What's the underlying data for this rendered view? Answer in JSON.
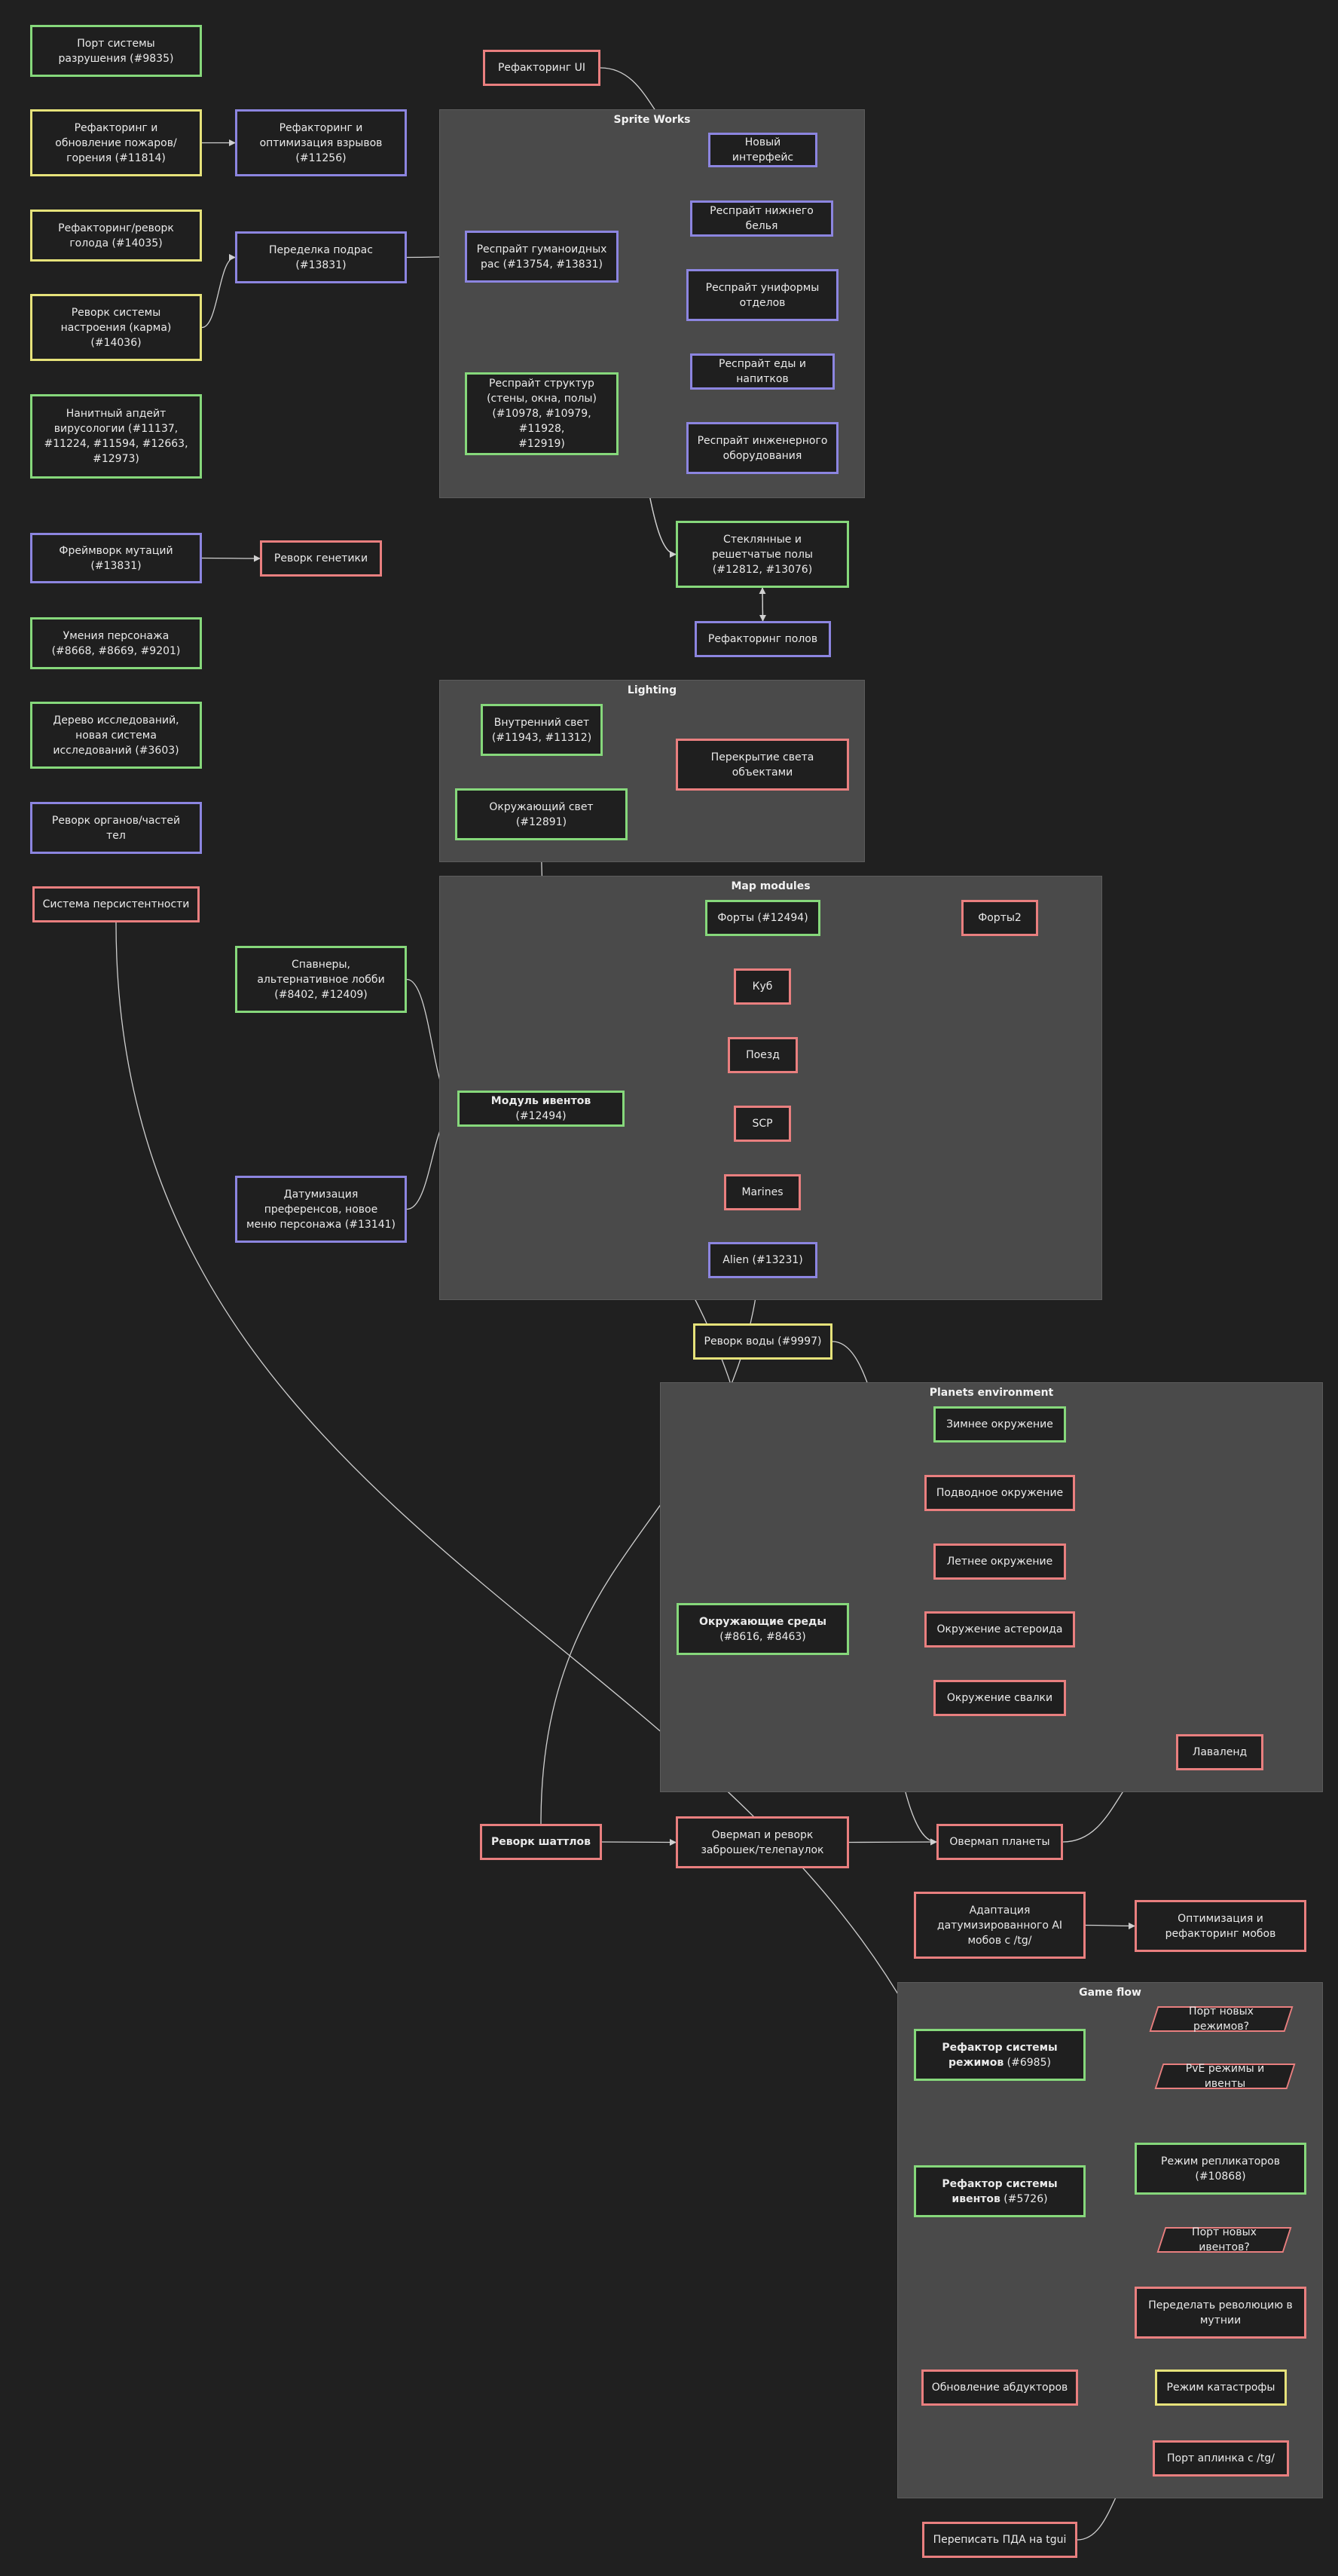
{
  "colors": {
    "background": "#202020",
    "group": "#4a4a4a",
    "green": "#86d87b",
    "yellow": "#e6e27a",
    "purple": "#8c85e0",
    "red": "#e97f7f",
    "edge": "#d0d0d0"
  },
  "groups": [
    {
      "id": "sprite",
      "title": "Sprite Works"
    },
    {
      "id": "lighting",
      "title": "Lighting"
    },
    {
      "id": "map",
      "title": "Map modules"
    },
    {
      "id": "planets",
      "title": "Planets environment"
    },
    {
      "id": "game",
      "title": "Game flow"
    }
  ],
  "nodes": {
    "n_destruction": {
      "bold": "",
      "text": "Порт системы\nразрушения (#9835)"
    },
    "n_fire": {
      "bold": "",
      "text": "Рефакторинг и\nобновление пожаров/\nгорения (#11814)"
    },
    "n_explosion": {
      "bold": "",
      "text": "Рефакторинг и\nоптимизация взрывов\n(#11256)"
    },
    "n_hunger": {
      "bold": "",
      "text": "Рефакторинг/реворк\nголода (#14035)"
    },
    "n_subrace": {
      "bold": "",
      "text": "Переделка подрас\n(#13831)"
    },
    "n_mood": {
      "bold": "",
      "text": "Реворк системы\nнастроения (карма)\n(#14036)"
    },
    "n_virology": {
      "bold": "",
      "text": "Нанитный апдейт\nвирусологии (#11137,\n#11224, #11594, #12663,\n#12973)"
    },
    "n_mutation": {
      "bold": "",
      "text": "Фреймворк мутаций\n(#13831)"
    },
    "n_genetics": {
      "bold": "",
      "text": "Реворк генетики"
    },
    "n_skills": {
      "bold": "",
      "text": "Умения персонажа\n(#8668, #8669, #9201)"
    },
    "n_research": {
      "bold": "",
      "text": "Дерево исследований,\nновая система\nисследований (#3603)"
    },
    "n_organs": {
      "bold": "",
      "text": "Реворк органов/частей\nтел"
    },
    "n_persist": {
      "bold": "",
      "text": "Система персистентности"
    },
    "n_refui": {
      "bold": "",
      "text": "Рефакторинг UI"
    },
    "n_newui": {
      "bold": "",
      "text": "Новый интерфейс"
    },
    "n_underwear": {
      "bold": "",
      "text": "Респрайт нижнего белья"
    },
    "n_humanoid": {
      "bold": "",
      "text": "Респрайт гуманоидных\nрас (#13754, #13831)"
    },
    "n_uniforms": {
      "bold": "",
      "text": "Респрайт униформы\nотделов"
    },
    "n_structures": {
      "bold": "",
      "text": "Респрайт структур\n(стены, окна, полы)\n(#10978, #10979, #11928,\n#12919)"
    },
    "n_food": {
      "bold": "",
      "text": "Респрайт еды и напитков"
    },
    "n_engineering": {
      "bold": "",
      "text": "Респрайт инженерного\nоборудования"
    },
    "n_glass": {
      "bold": "",
      "text": "Стеклянные и\nрешетчатые полы\n(#12812, #13076)"
    },
    "n_floors": {
      "bold": "",
      "text": "Рефакторинг полов"
    },
    "n_inner_light": {
      "bold": "",
      "text": "Внутренний свет\n(#11943, #11312)"
    },
    "n_obj_light": {
      "bold": "",
      "text": "Перекрытие света\nобъектами"
    },
    "n_ambient": {
      "bold": "",
      "text": "Окружающий свет\n(#12891)"
    },
    "n_spawners": {
      "bold": "",
      "text": "Спавнеры,\nальтернативное лобби\n(#8402, #12409)"
    },
    "n_datum_pref": {
      "bold": "",
      "text": "Датумизация\nпреференсов, новое\nменю персонажа (#13141)"
    },
    "n_event_module": {
      "bold": "Модуль ивентов",
      "text": " (#12494)"
    },
    "n_forts": {
      "bold": "",
      "text": "Форты (#12494)"
    },
    "n_forts2": {
      "bold": "",
      "text": "Форты2"
    },
    "n_cube": {
      "bold": "",
      "text": "Куб"
    },
    "n_train": {
      "bold": "",
      "text": "Поезд"
    },
    "n_scp": {
      "bold": "",
      "text": "SCP"
    },
    "n_marines": {
      "bold": "",
      "text": "Marines"
    },
    "n_alien": {
      "bold": "",
      "text": "Alien (#13231)"
    },
    "n_water": {
      "bold": "",
      "text": "Реворк воды (#9997)"
    },
    "n_winter": {
      "bold": "",
      "text": "Зимнее окружение"
    },
    "n_underwater": {
      "bold": "",
      "text": "Подводное окружение"
    },
    "n_summer": {
      "bold": "",
      "text": "Летнее окружение"
    },
    "n_environments": {
      "bold": "Окружающие среды",
      "text": "\n(#8616, #8463)"
    },
    "n_asteroid": {
      "bold": "",
      "text": "Окружение астероида"
    },
    "n_dump": {
      "bold": "",
      "text": "Окружение свалки"
    },
    "n_lavaland": {
      "bold": "",
      "text": "Лаваленд"
    },
    "n_shuttles": {
      "bold": "Реворк шаттлов",
      "text": ""
    },
    "n_overmap_rework": {
      "bold": "",
      "text": "Овермап и реворк\nзаброшек/телепаулок"
    },
    "n_overmap_planet": {
      "bold": "",
      "text": "Овермап планеты"
    },
    "n_ai_mobs": {
      "bold": "",
      "text": "Адаптация\nдатумизированного AI\nмобов с /tg/"
    },
    "n_mob_opt": {
      "bold": "",
      "text": "Оптимизация и\nрефакторинг мобов"
    },
    "n_modes_refactor": {
      "bold": "Рефактор системы\nрежимов",
      "text": " (#6985)"
    },
    "n_port_modes": {
      "bold": "",
      "text": "Порт новых режимов?"
    },
    "n_pve": {
      "bold": "",
      "text": "PvE режимы и ивенты"
    },
    "n_replicators": {
      "bold": "",
      "text": "Режим репликаторов\n(#10868)"
    },
    "n_events_refactor": {
      "bold": "Рефактор системы\nивентов",
      "text": " (#5726)"
    },
    "n_port_events": {
      "bold": "",
      "text": "Порт новых ивентов?"
    },
    "n_revolution": {
      "bold": "",
      "text": "Переделать революцию в\nмутнии"
    },
    "n_abductors": {
      "bold": "",
      "text": "Обновление абдукторов"
    },
    "n_catastrophe": {
      "bold": "",
      "text": "Режим катастрофы"
    },
    "n_uplink": {
      "bold": "",
      "text": "Порт аплинка с /tg/"
    },
    "n_pda": {
      "bold": "",
      "text": "Переписать ПДА на tgui"
    }
  },
  "edges": [
    [
      "n_fire",
      "n_explosion"
    ],
    [
      "n_subrace",
      "n_humanoid"
    ],
    [
      "n_mood",
      "n_subrace"
    ],
    [
      "n_mutation",
      "n_genetics"
    ],
    [
      "n_refui",
      "n_newui"
    ],
    [
      "n_humanoid",
      "n_underwear"
    ],
    [
      "n_humanoid",
      "n_uniforms"
    ],
    [
      "n_glass",
      "n_structures"
    ],
    [
      "n_structures",
      "n_glass"
    ],
    [
      "n_floors",
      "n_glass"
    ],
    [
      "n_glass",
      "n_floors"
    ],
    [
      "n_inner_light",
      "n_obj_light"
    ],
    [
      "n_spawners",
      "n_event_module"
    ],
    [
      "n_datum_pref",
      "n_event_module"
    ],
    [
      "n_event_module",
      "n_forts"
    ],
    [
      "n_forts",
      "n_forts2"
    ],
    [
      "n_event_module",
      "n_cube"
    ],
    [
      "n_event_module",
      "n_train"
    ],
    [
      "n_event_module",
      "n_scp"
    ],
    [
      "n_event_module",
      "n_marines"
    ],
    [
      "n_event_module",
      "n_alien"
    ],
    [
      "n_ambient",
      "n_environments"
    ],
    [
      "n_water",
      "n_underwater"
    ],
    [
      "n_environments",
      "n_winter"
    ],
    [
      "n_environments",
      "n_underwater"
    ],
    [
      "n_environments",
      "n_summer"
    ],
    [
      "n_environments",
      "n_asteroid"
    ],
    [
      "n_environments",
      "n_dump"
    ],
    [
      "n_environments",
      "n_lavaland"
    ],
    [
      "n_environments",
      "n_overmap_planet"
    ],
    [
      "n_shuttles",
      "n_overmap_rework"
    ],
    [
      "n_overmap_rework",
      "n_overmap_planet"
    ],
    [
      "n_overmap_planet",
      "n_lavaland"
    ],
    [
      "n_shuttles",
      "n_marines"
    ],
    [
      "n_ai_mobs",
      "n_mob_opt"
    ],
    [
      "n_modes_refactor",
      "n_port_modes"
    ],
    [
      "n_modes_refactor",
      "n_pve"
    ],
    [
      "n_modes_refactor",
      "n_replicators"
    ],
    [
      "n_events_refactor",
      "n_pve"
    ],
    [
      "n_events_refactor",
      "n_port_events"
    ],
    [
      "n_persist",
      "n_abductors"
    ],
    [
      "n_pda",
      "n_uplink"
    ]
  ]
}
